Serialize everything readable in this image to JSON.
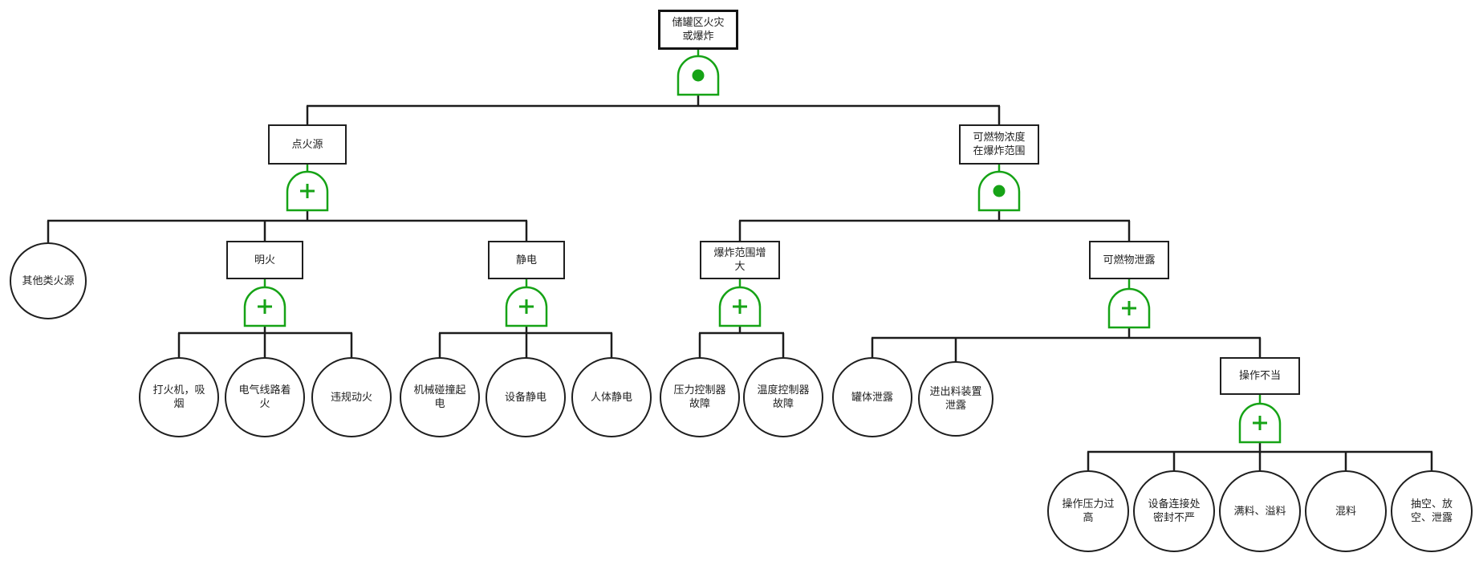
{
  "diagram": {
    "kind": "fault-tree-analysis",
    "background_color": "#ffffff",
    "line_color": "#1c1c1c",
    "gate_color": "#16a316",
    "text_color": "#1f1f1f",
    "gate_symbols": {
      "and": "●",
      "or": "+"
    }
  },
  "nodes": [
    {
      "id": "top",
      "label": "储罐区火灾或爆炸",
      "shape": "rect",
      "role": "top-event",
      "gate": "and"
    },
    {
      "id": "ignition",
      "label": "点火源",
      "shape": "rect",
      "role": "intermediate",
      "gate": "or"
    },
    {
      "id": "concentration",
      "label": "可燃物浓度在爆炸范围",
      "shape": "rect",
      "role": "intermediate",
      "gate": "and"
    },
    {
      "id": "other-fire",
      "label": "其他类火源",
      "shape": "circle",
      "role": "basic-event",
      "gate": null
    },
    {
      "id": "open-flame",
      "label": "明火",
      "shape": "rect",
      "role": "intermediate",
      "gate": "or"
    },
    {
      "id": "static-electricity",
      "label": "静电",
      "shape": "rect",
      "role": "intermediate",
      "gate": "or"
    },
    {
      "id": "explosion-range",
      "label": "爆炸范围增大",
      "shape": "rect",
      "role": "intermediate",
      "gate": "or"
    },
    {
      "id": "combustible-leak",
      "label": "可燃物泄露",
      "shape": "rect",
      "role": "intermediate",
      "gate": "or"
    },
    {
      "id": "lighter-smoking",
      "label": "打火机，吸烟",
      "shape": "circle",
      "role": "basic-event",
      "gate": null
    },
    {
      "id": "electrical-fire",
      "label": "电气线路着火",
      "shape": "circle",
      "role": "basic-event",
      "gate": null
    },
    {
      "id": "illegal-hot-work",
      "label": "违规动火",
      "shape": "circle",
      "role": "basic-event",
      "gate": null
    },
    {
      "id": "mechanical-collision",
      "label": "机械碰撞起电",
      "shape": "circle",
      "role": "basic-event",
      "gate": null
    },
    {
      "id": "equipment-static",
      "label": "设备静电",
      "shape": "circle",
      "role": "basic-event",
      "gate": null
    },
    {
      "id": "human-static",
      "label": "人体静电",
      "shape": "circle",
      "role": "basic-event",
      "gate": null
    },
    {
      "id": "pressure-controller",
      "label": "压力控制器故障",
      "shape": "circle",
      "role": "basic-event",
      "gate": null
    },
    {
      "id": "temperature-controller",
      "label": "温度控制器故障",
      "shape": "circle",
      "role": "basic-event",
      "gate": null
    },
    {
      "id": "tank-leak",
      "label": "罐体泄露",
      "shape": "circle",
      "role": "basic-event",
      "gate": null
    },
    {
      "id": "inlet-outlet-leak",
      "label": "进出料装置泄露",
      "shape": "circle",
      "role": "basic-event",
      "gate": null
    },
    {
      "id": "improper-operation",
      "label": "操作不当",
      "shape": "rect",
      "role": "intermediate",
      "gate": "or"
    },
    {
      "id": "overpressure",
      "label": "操作压力过高",
      "shape": "circle",
      "role": "basic-event",
      "gate": null
    },
    {
      "id": "seal-failure",
      "label": "设备连接处密封不严",
      "shape": "circle",
      "role": "basic-event",
      "gate": null
    },
    {
      "id": "overfill-spill",
      "label": "满料、溢料",
      "shape": "circle",
      "role": "basic-event",
      "gate": null
    },
    {
      "id": "material-mixing",
      "label": "混料",
      "shape": "circle",
      "role": "basic-event",
      "gate": null
    },
    {
      "id": "venting-leak",
      "label": "抽空、放空、泄露",
      "shape": "circle",
      "role": "basic-event",
      "gate": null
    }
  ],
  "edges": [
    {
      "parent": "top",
      "gate": "and",
      "children": [
        "ignition",
        "concentration"
      ]
    },
    {
      "parent": "ignition",
      "gate": "or",
      "children": [
        "other-fire",
        "open-flame",
        "static-electricity"
      ]
    },
    {
      "parent": "concentration",
      "gate": "and",
      "children": [
        "explosion-range",
        "combustible-leak"
      ]
    },
    {
      "parent": "open-flame",
      "gate": "or",
      "children": [
        "lighter-smoking",
        "electrical-fire",
        "illegal-hot-work"
      ]
    },
    {
      "parent": "static-electricity",
      "gate": "or",
      "children": [
        "mechanical-collision",
        "equipment-static",
        "human-static"
      ]
    },
    {
      "parent": "explosion-range",
      "gate": "or",
      "children": [
        "pressure-controller",
        "temperature-controller"
      ]
    },
    {
      "parent": "combustible-leak",
      "gate": "or",
      "children": [
        "tank-leak",
        "inlet-outlet-leak",
        "improper-operation"
      ]
    },
    {
      "parent": "improper-operation",
      "gate": "or",
      "children": [
        "overpressure",
        "seal-failure",
        "overfill-spill",
        "material-mixing",
        "venting-leak"
      ]
    }
  ]
}
